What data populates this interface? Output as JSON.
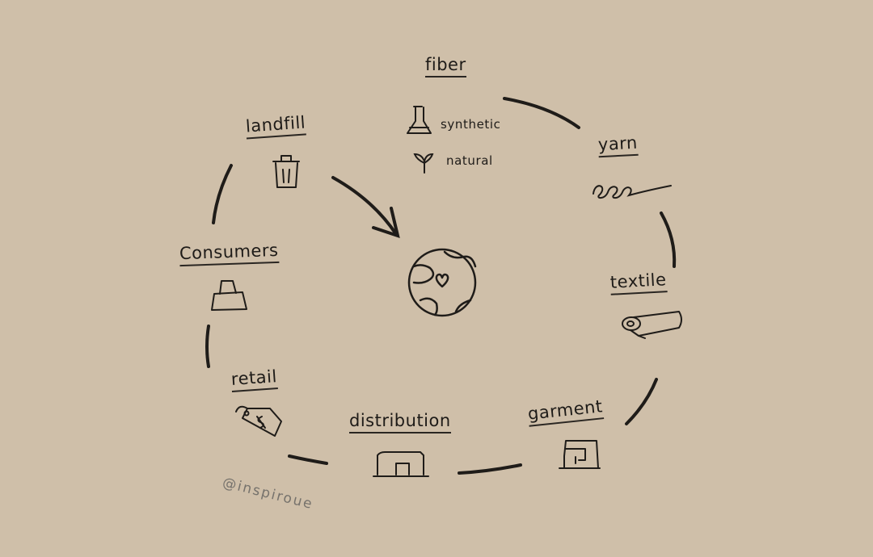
{
  "stages": {
    "fiber": "fiber",
    "yarn": "yarn",
    "textile": "textile",
    "garment": "garment",
    "distribution": "distribution",
    "retail": "retail",
    "consumers": "Consumers",
    "landfill": "landfill"
  },
  "fiber_types": {
    "synthetic": "synthetic",
    "natural": "natural"
  },
  "watermark": "@inspiroue",
  "icons": {
    "fiber_synthetic": "flask-icon",
    "fiber_natural": "sprout-icon",
    "yarn": "yarn-loop-icon",
    "textile": "fabric-roll-icon",
    "garment": "sewing-machine-icon",
    "distribution": "delivery-box-icon",
    "retail": "price-tag-icon",
    "consumers": "shopping-bag-icon",
    "landfill": "trash-can-icon",
    "center": "earth-heart-icon"
  },
  "colors": {
    "background": "#cfbfa9",
    "ink": "#1e1b18",
    "watermark": "#76726c"
  }
}
